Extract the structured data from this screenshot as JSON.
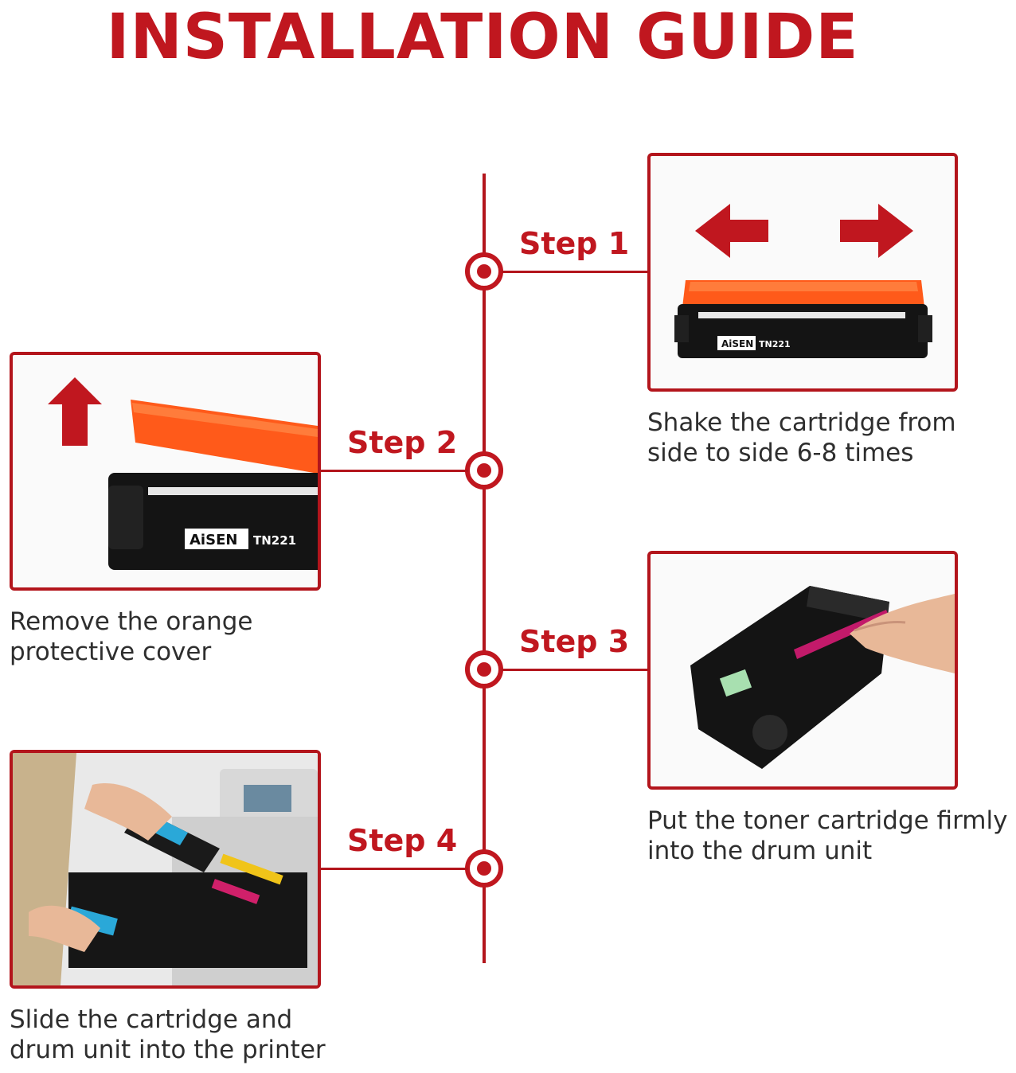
{
  "title": "INSTALLATION GUIDE",
  "colors": {
    "accent": "#c0171f",
    "line": "#b3151c",
    "cover_orange": "#ff5a1a",
    "toner_body": "#141414"
  },
  "steps": [
    {
      "label": "Step 1",
      "caption_lines": [
        "Shake the cartridge from",
        "side to side 6-8 times"
      ],
      "image_icons": [
        "arrow-left-icon",
        "arrow-right-icon"
      ],
      "brand": "AiSEN",
      "model": "TN221"
    },
    {
      "label": "Step 2",
      "caption_lines": [
        "Remove the orange",
        "protective cover"
      ],
      "image_icons": [
        "arrow-up-icon"
      ],
      "brand": "AiSEN",
      "model": "TN221"
    },
    {
      "label": "Step 3",
      "caption_lines": [
        "Put the toner cartridge firmly",
        "into the drum unit"
      ]
    },
    {
      "label": "Step 4",
      "caption_lines": [
        "Slide the cartridge and",
        "drum unit into the printer"
      ]
    }
  ]
}
